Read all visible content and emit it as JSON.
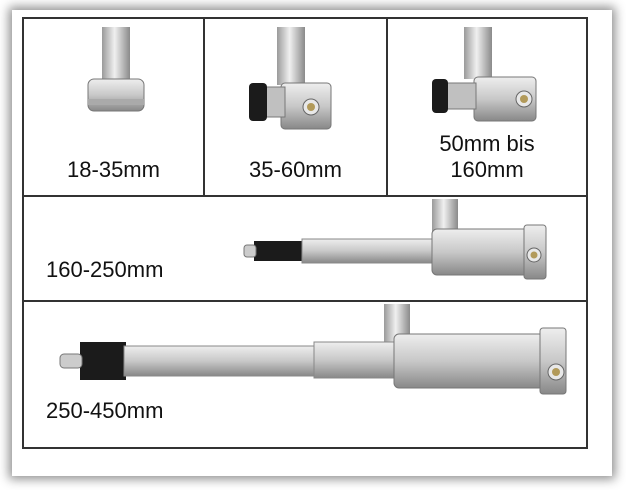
{
  "panels": {
    "small": {
      "label": "18-35mm",
      "image": "micrometer-head-small"
    },
    "medium": {
      "label": "35-60mm",
      "image": "micrometer-head-medium"
    },
    "large": {
      "label_line1": "50mm bis",
      "label_line2": "160mm",
      "image": "micrometer-head-large"
    },
    "long": {
      "label": "160-250mm",
      "image": "micrometer-extended"
    },
    "xlong": {
      "label": "250-450mm",
      "image": "micrometer-extended-long"
    }
  }
}
